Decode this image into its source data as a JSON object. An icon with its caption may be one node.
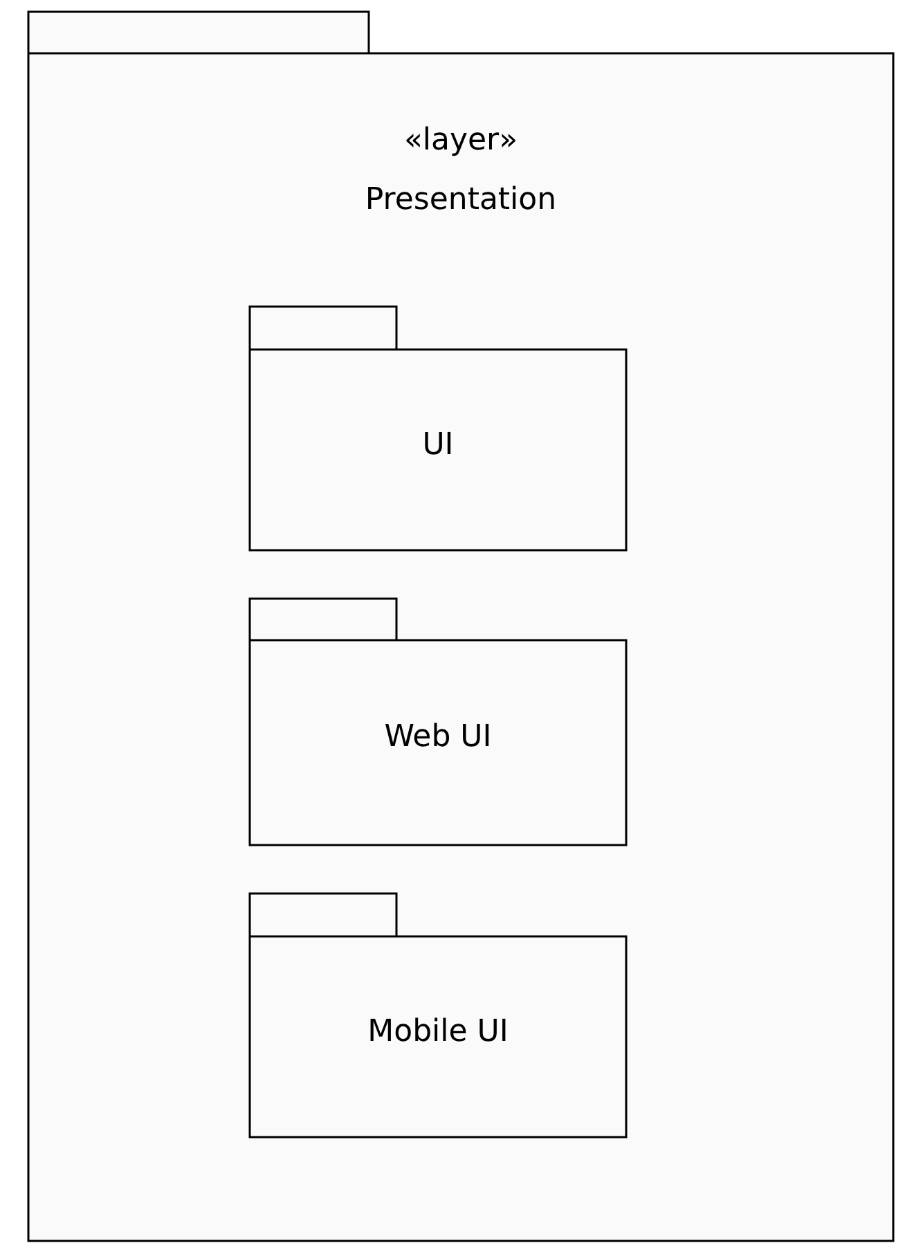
{
  "diagram": {
    "nodes": [
      {
        "text": [
          "«layer»",
          "Presentation"
        ]
      },
      {
        "text": [
          "UI"
        ],
        "in": 0
      },
      {
        "text": [
          "Web UI"
        ],
        "in": 0
      },
      {
        "text": [
          "Mobile UI"
        ],
        "in": 0
      }
    ]
  }
}
